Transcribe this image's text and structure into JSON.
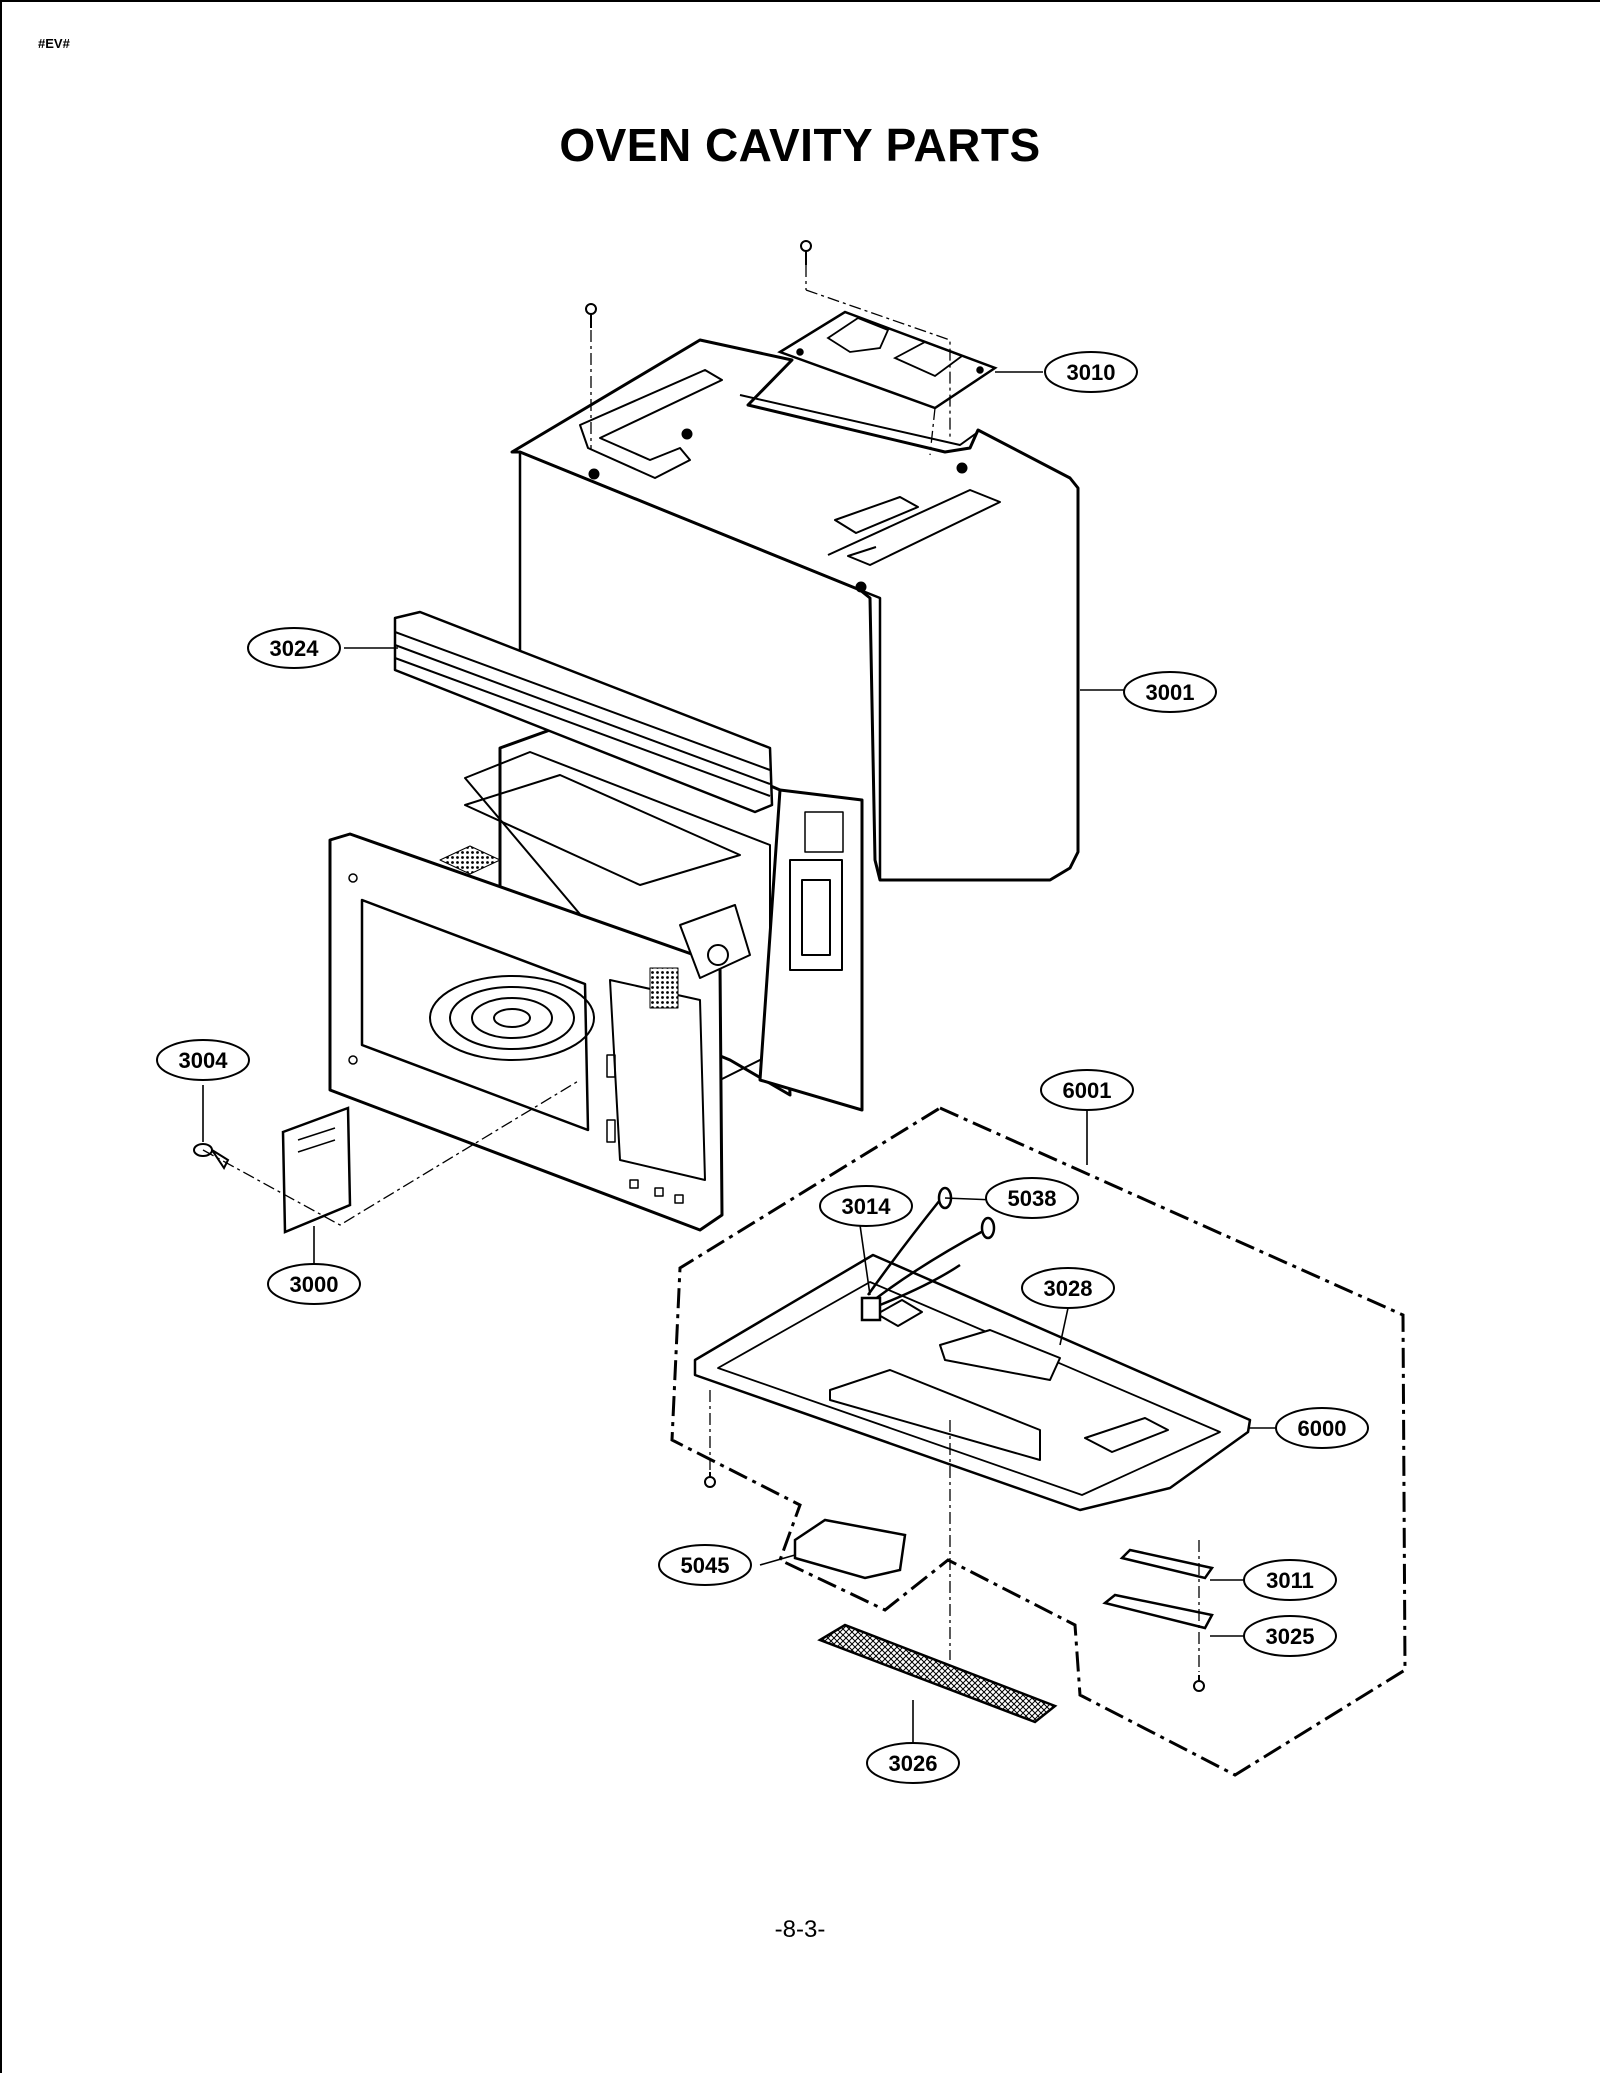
{
  "page": {
    "code": "#EV#",
    "title": "OVEN CAVITY PARTS",
    "page_number": "-8-3-"
  },
  "diagram": {
    "parts": [
      {
        "id": "3010",
        "label": "3010"
      },
      {
        "id": "3024",
        "label": "3024"
      },
      {
        "id": "3001",
        "label": "3001"
      },
      {
        "id": "3004",
        "label": "3004"
      },
      {
        "id": "3000",
        "label": "3000"
      },
      {
        "id": "6001",
        "label": "6001"
      },
      {
        "id": "3014",
        "label": "3014"
      },
      {
        "id": "5038",
        "label": "5038"
      },
      {
        "id": "3028",
        "label": "3028"
      },
      {
        "id": "6000",
        "label": "6000"
      },
      {
        "id": "5045",
        "label": "5045"
      },
      {
        "id": "3011",
        "label": "3011"
      },
      {
        "id": "3025",
        "label": "3025"
      },
      {
        "id": "3026",
        "label": "3026"
      }
    ]
  }
}
